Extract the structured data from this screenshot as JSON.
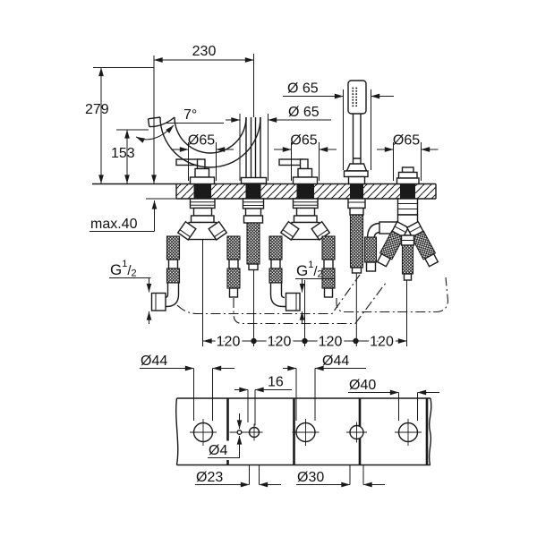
{
  "drawing": {
    "title": "5-hole deck-mounted bath faucet installation dimension drawing",
    "units": "mm",
    "labels": {
      "dim230": "230",
      "dim279": "279",
      "dim153": "153",
      "angle7": "7°",
      "dia65_handshower": "Ø 65",
      "dia65_spout": "Ø 65",
      "dia65_left_handle": "Ø65",
      "dia65_right_handle": "Ø65",
      "dia65_diverter": "Ø65",
      "max_deck": "max.40",
      "thread_left": {
        "base": "G",
        "sup": "1",
        "slash": "/",
        "sub": "2"
      },
      "thread_right": {
        "base": "G",
        "sup": "1",
        "slash": "/",
        "sub": "2"
      },
      "d120": [
        "120",
        "120",
        "120",
        "120"
      ],
      "dia44_left": "Ø44",
      "dia44_right": "Ø44",
      "dim16": "16",
      "dia40": "Ø40",
      "dia4": "Ø4",
      "dia23": "Ø23",
      "dia30": "Ø30"
    }
  }
}
